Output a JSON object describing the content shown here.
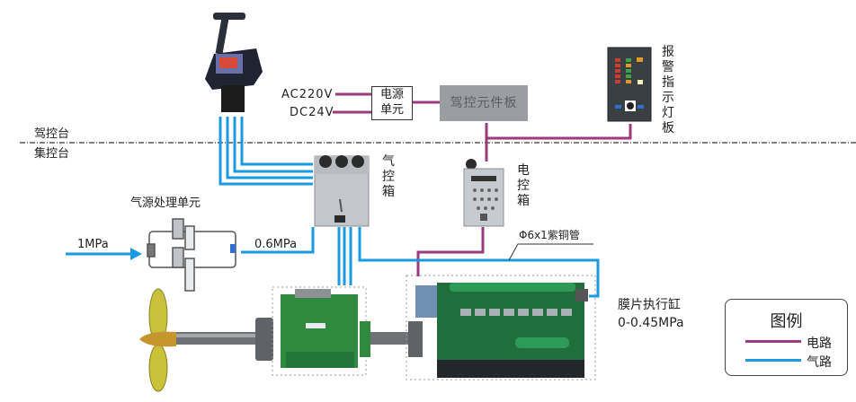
{
  "zones": {
    "bridge_label": "驾控台",
    "engine_room_label": "集控台"
  },
  "power": {
    "ac_input": "AC220V",
    "dc_input": "DC24V",
    "power_unit_label": "电源\n单元",
    "power_unit_line1": "电源",
    "power_unit_line2": "单元"
  },
  "bridge_panel_label": "驾控元件板",
  "alarm_panel_label": "报警指示灯板",
  "pneumatic_box_label": "气控箱",
  "electric_box_label": "电控箱",
  "air_treatment": {
    "label": "气源处理单元",
    "input_pressure": "1MPa",
    "output_pressure": "0.6MPa"
  },
  "pipe_spec": "Φ6x1紫铜管",
  "actuator": {
    "label": "膜片执行缸",
    "pressure_range": "0-0.45MPa"
  },
  "legend": {
    "title": "图例",
    "items": [
      {
        "label": "电路",
        "color": "#9b3a7e"
      },
      {
        "label": "气路",
        "color": "#1a9ae0"
      }
    ]
  },
  "colors": {
    "electric": "#9b3a7e",
    "pneumatic": "#1a9ae0",
    "engine_green": "#2f8a3f",
    "propeller_yellow": "#c9c13a"
  }
}
